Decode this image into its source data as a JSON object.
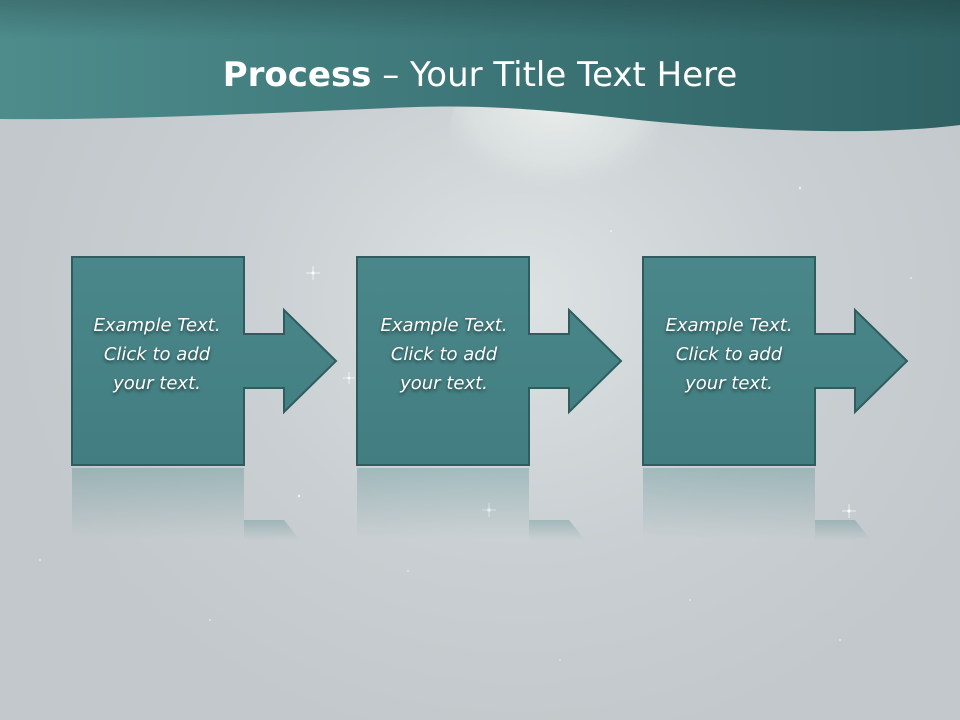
{
  "title": {
    "bold": "Process",
    "rest": " – Your Title Text Here"
  },
  "steps": [
    {
      "line1": "Example Text.",
      "line2": "Click  to add",
      "line3": "your text."
    },
    {
      "line1": "Example Text.",
      "line2": "Click  to add",
      "line3": "your text."
    },
    {
      "line1": "Example Text.",
      "line2": "Click  to add",
      "line3": "your text."
    }
  ],
  "colors": {
    "band": "#3f7778",
    "box_fill": "#478386",
    "box_stroke": "#2f5d5f",
    "text": "#ffffff"
  }
}
